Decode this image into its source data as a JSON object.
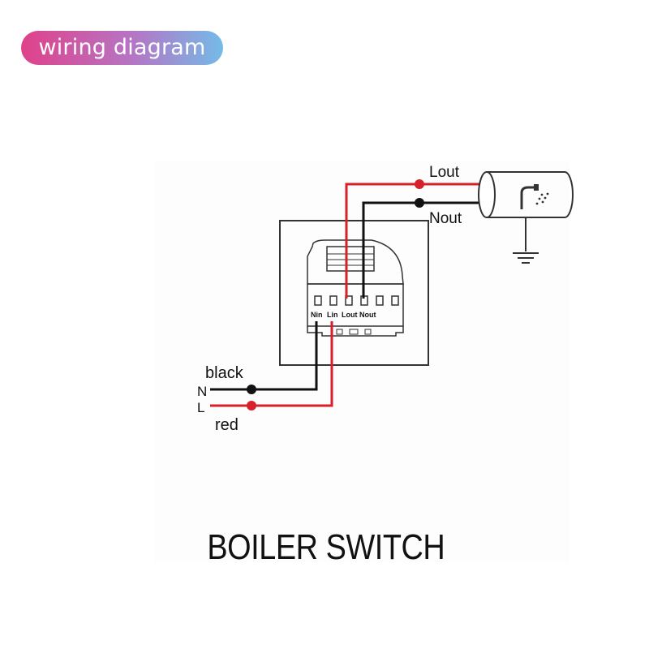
{
  "badge": {
    "label": "wiring diagram",
    "colors": [
      "#e0418a",
      "#74bbe8"
    ]
  },
  "diagram": {
    "switch_terminals": [
      "Nin",
      "Lin",
      "Lout",
      "Nout"
    ],
    "load": {
      "label_top": "Lout",
      "label_bottom": "Nout",
      "icon": "shower-icon"
    },
    "supply": {
      "n_label": "N",
      "l_label": "L",
      "n_color_name": "black",
      "l_color_name": "red"
    },
    "colors": {
      "live": "#d6202a",
      "neutral": "#111111"
    }
  },
  "caption": "BOILER SWITCH"
}
